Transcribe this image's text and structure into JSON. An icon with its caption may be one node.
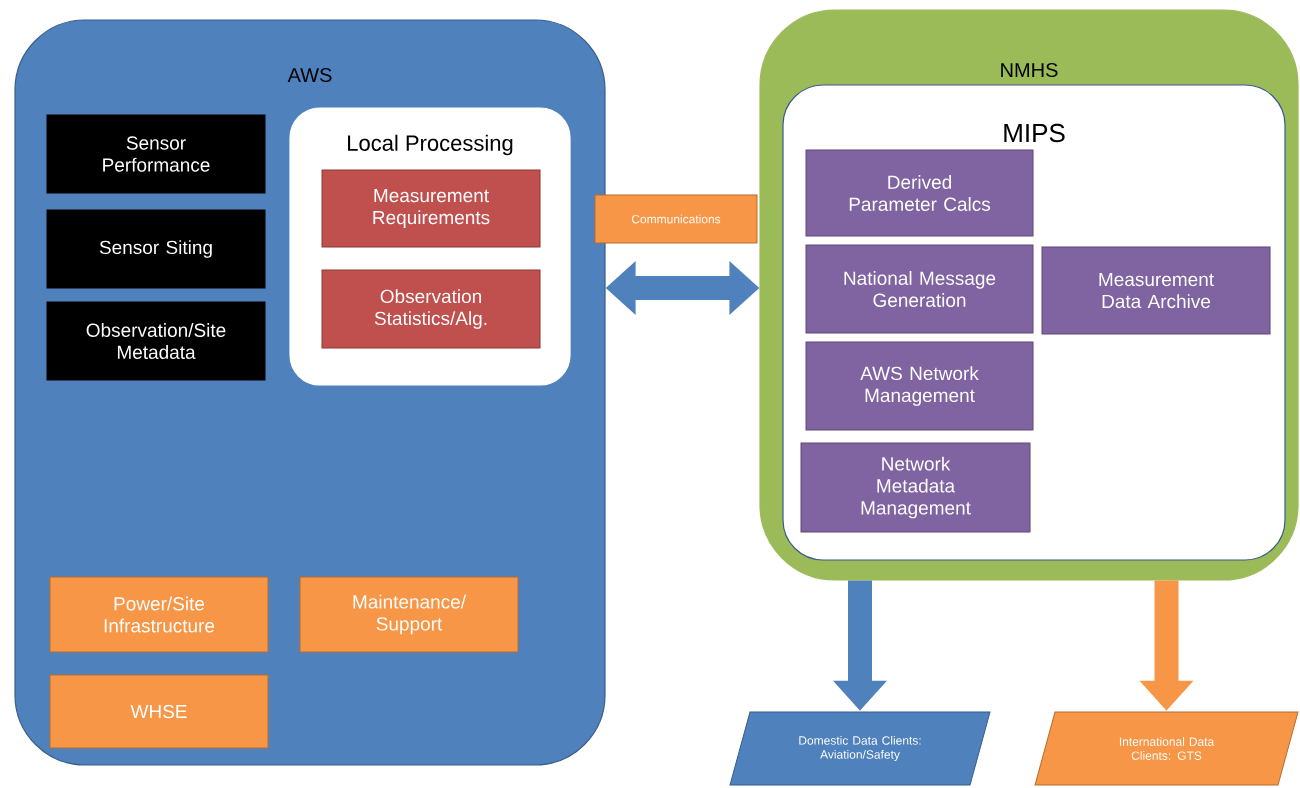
{
  "diagram": {
    "nodes": [
      {
        "text": [
          "AWS"
        ]
      },
      {
        "text": [
          "Sensor Performance"
        ],
        "in": 0
      },
      {
        "text": [
          "Sensor Siting"
        ],
        "in": 0
      },
      {
        "text": [
          "Observation/Site Metadata"
        ],
        "in": 0
      },
      {
        "text": [
          "Local Processing"
        ],
        "in": 0
      },
      {
        "text": [
          "Measurement Requirements"
        ],
        "in": 4
      },
      {
        "text": [
          "Observation Statistics/Alg."
        ],
        "in": 4
      },
      {
        "text": [
          "Power/Site Infrastructure"
        ],
        "in": 0
      },
      {
        "text": [
          "Maintenance/ Support"
        ],
        "in": 0
      },
      {
        "text": [
          "WHSE"
        ],
        "in": 0
      },
      {
        "text": [
          "Communications"
        ]
      },
      {
        "text": [
          "NMHS"
        ]
      },
      {
        "text": [
          "MIPS"
        ],
        "in": 11
      },
      {
        "text": [
          "Derived Parameter Calcs"
        ],
        "in": 12
      },
      {
        "text": [
          "National Message Generation"
        ],
        "in": 12
      },
      {
        "text": [
          "Measurement Data Archive"
        ],
        "in": 12
      },
      {
        "text": [
          "AWS Network Management"
        ],
        "in": 12
      },
      {
        "text": [
          "Network Metadata Management"
        ],
        "in": 12
      },
      {
        "text": [
          "Domestic Data Clients: Aviation/Safety"
        ]
      },
      {
        "text": [
          "International Data Clients: GTS"
        ]
      }
    ],
    "edges": [
      {
        "from": 0,
        "to": 11,
        "arrow": "both"
      },
      {
        "from": 11,
        "to": 18,
        "arrow": "to"
      },
      {
        "from": 11,
        "to": 19,
        "arrow": "to",
        "color": "#f79646"
      }
    ]
  }
}
